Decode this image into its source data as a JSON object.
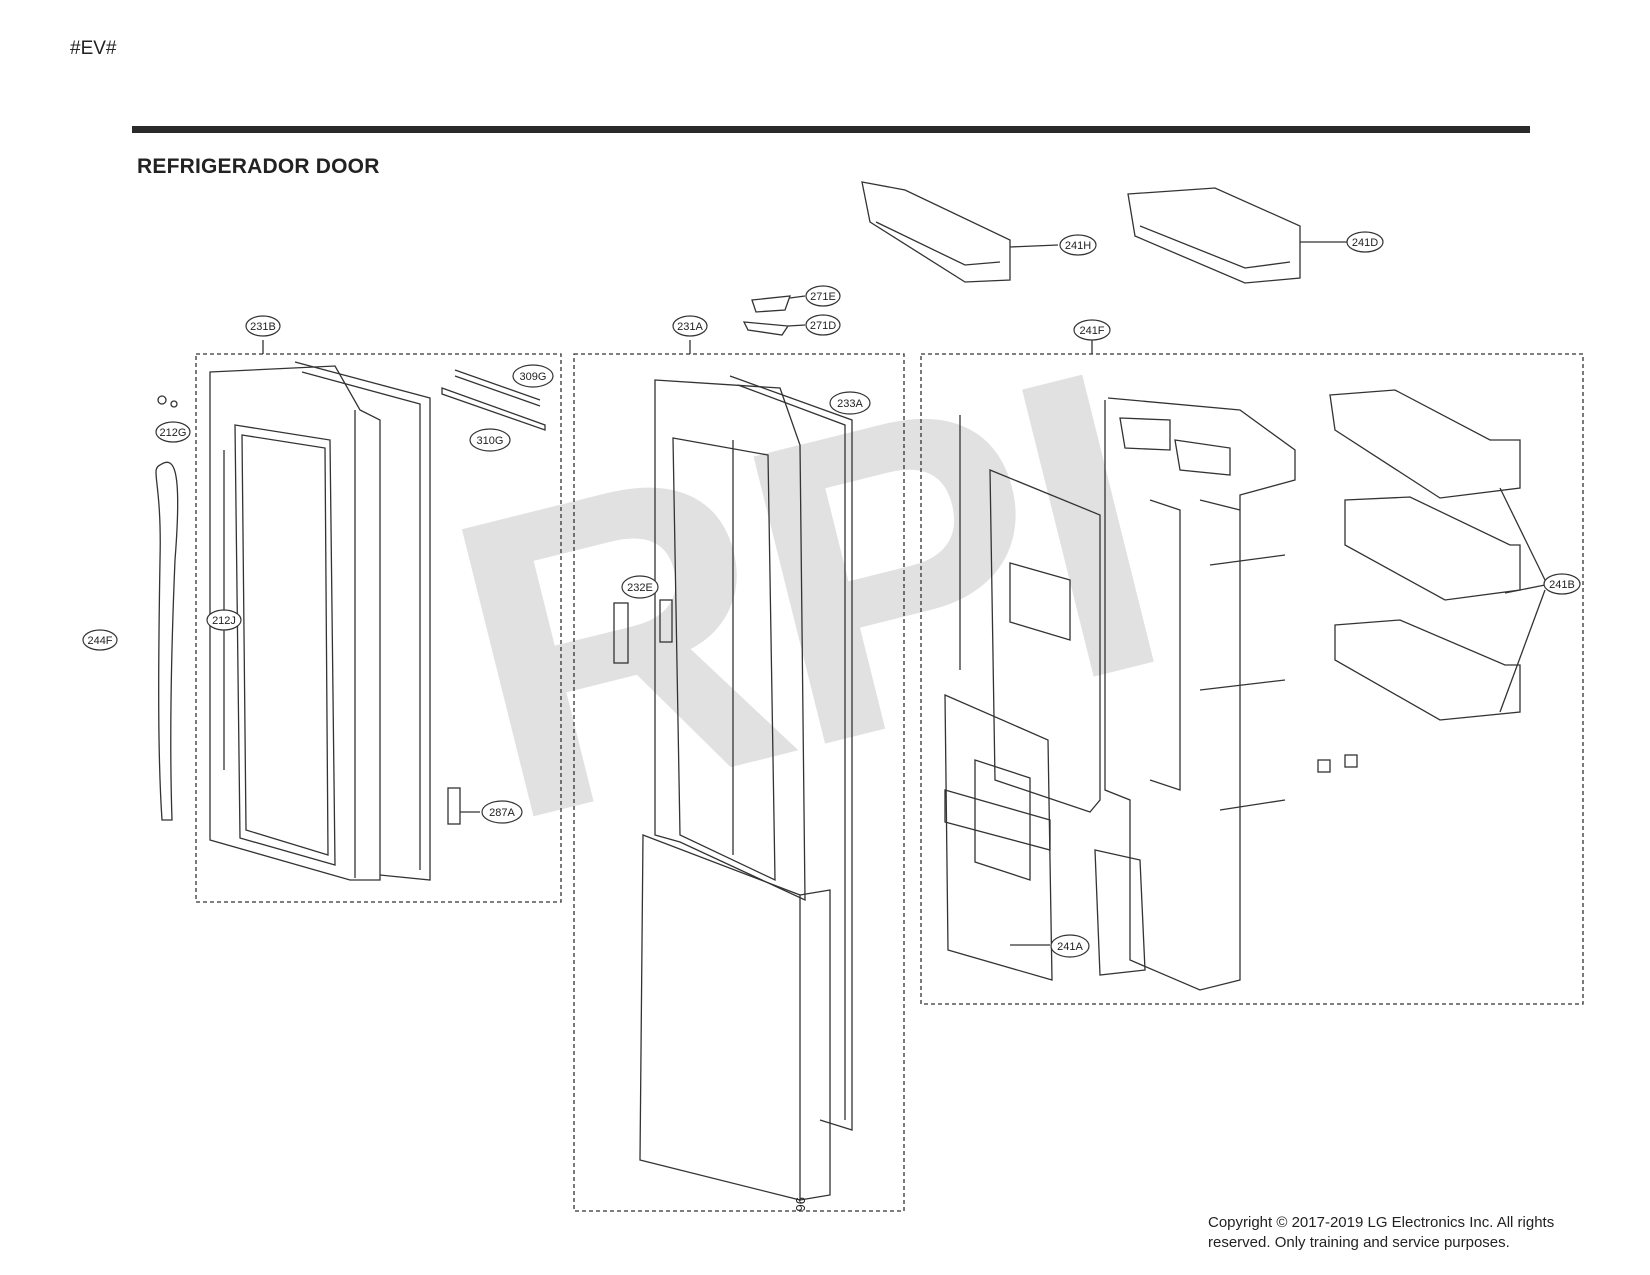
{
  "header": {
    "code": "#EV#",
    "title": "REFRIGERADOR DOOR"
  },
  "watermark": "RPI",
  "page_number": "96",
  "footer": {
    "line1": "Copyright © 2017-2019 LG Electronics Inc. All rights",
    "line2": "reserved. Only training and service purposes."
  },
  "callouts": {
    "c231B": "231B",
    "c212G": "212G",
    "c244F": "244F",
    "c212J": "212J",
    "c309G": "309G",
    "c310G": "310G",
    "c287A": "287A",
    "c231A": "231A",
    "c233A": "233A",
    "c232E": "232E",
    "c271E": "271E",
    "c271D": "271D",
    "c241H": "241H",
    "c241D": "241D",
    "c241F": "241F",
    "c241B": "241B",
    "c241A": "241A"
  }
}
